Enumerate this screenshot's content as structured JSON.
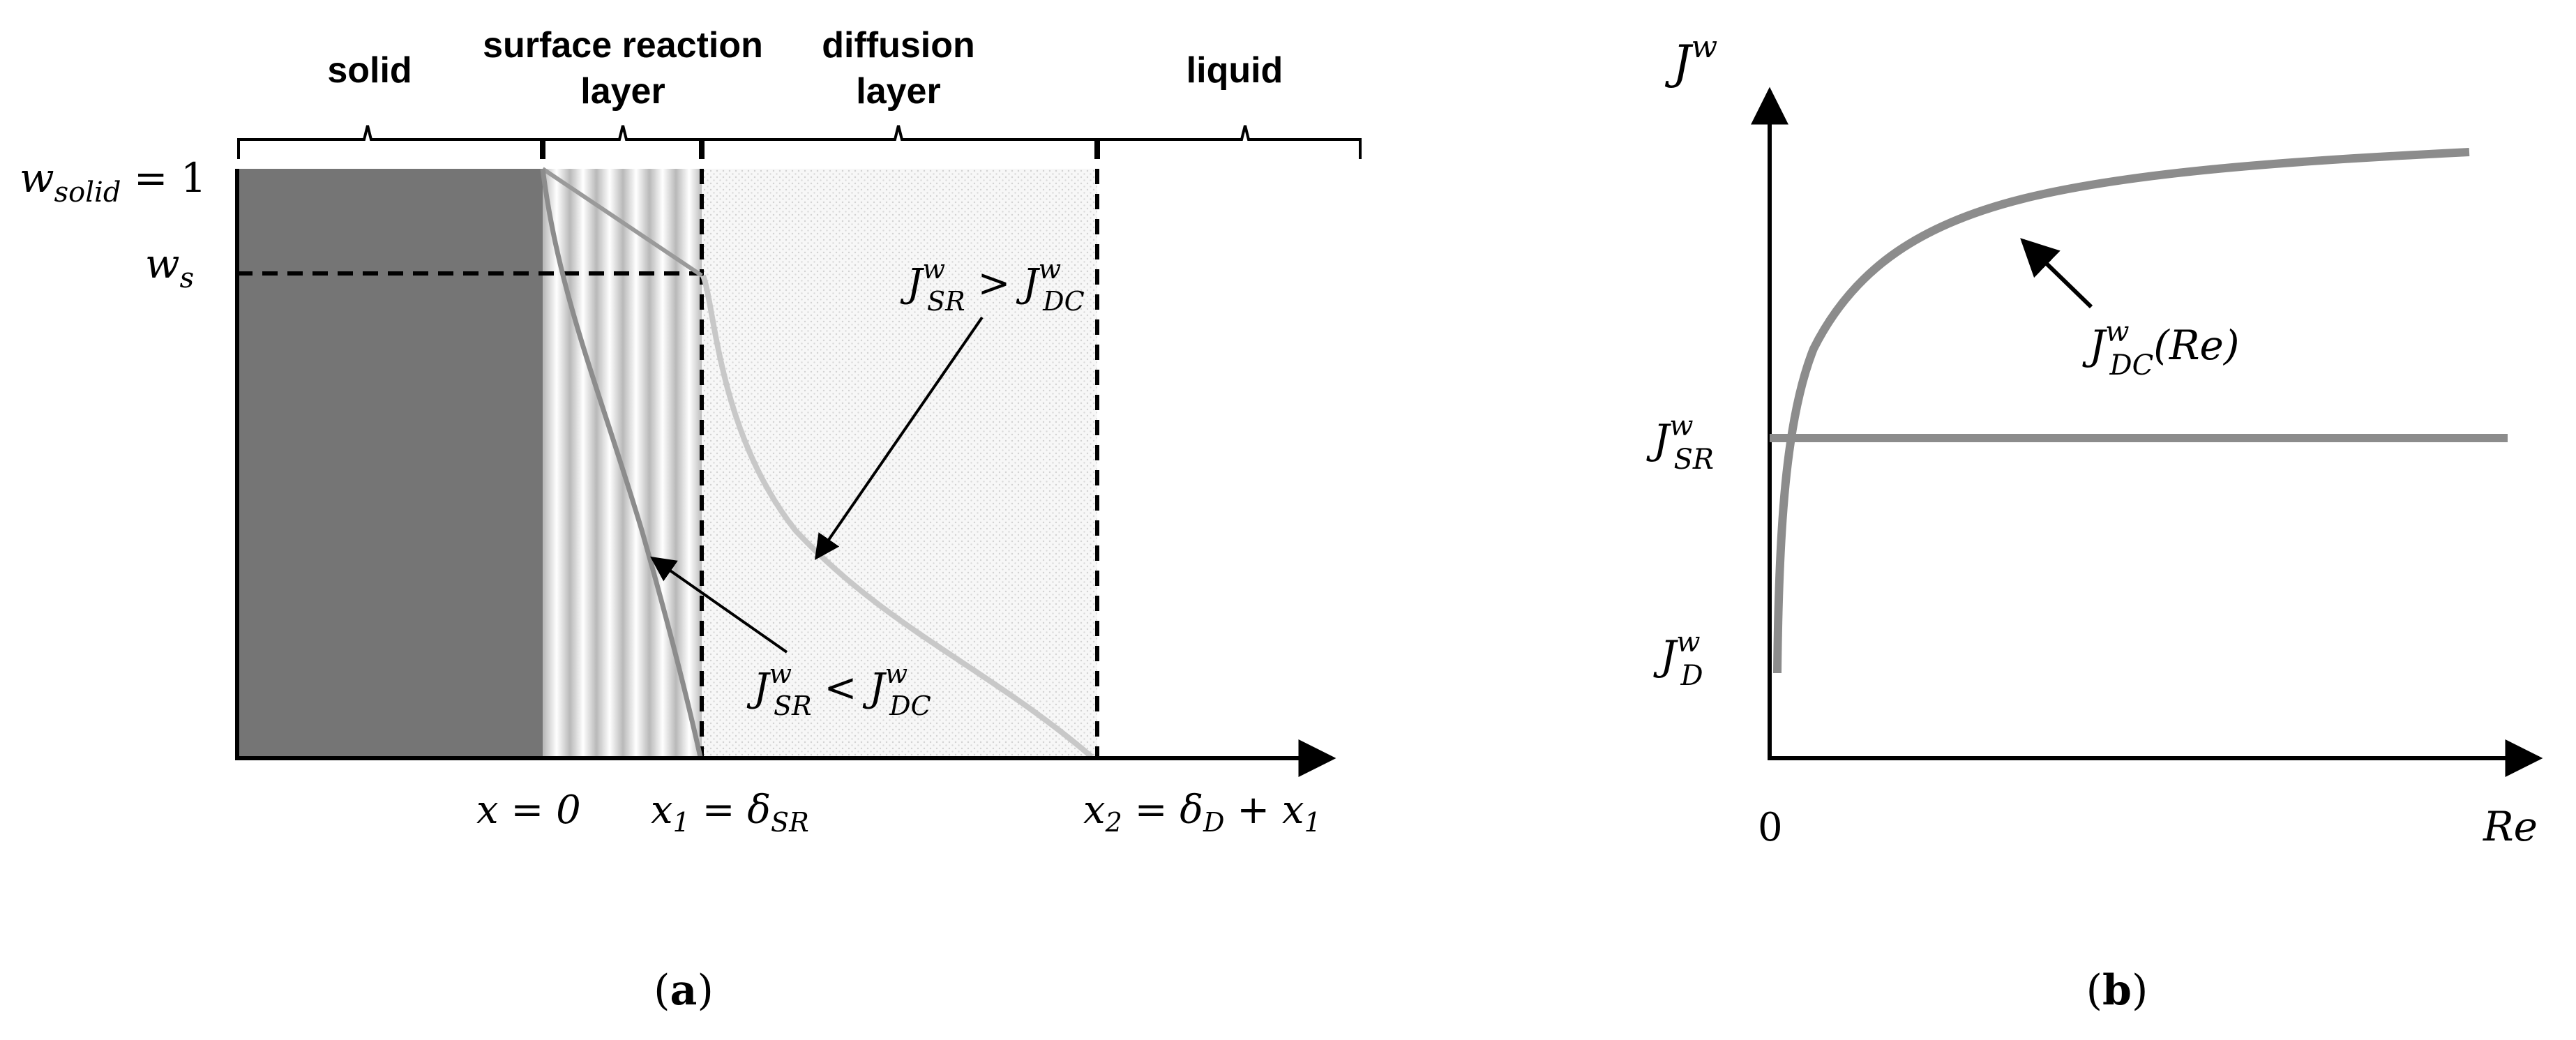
{
  "panel_a": {
    "regions": {
      "solid": "solid",
      "surface_reaction_1": "surface reaction",
      "surface_reaction_2": "layer",
      "diffusion_1": "diffusion",
      "diffusion_2": "layer",
      "liquid": "liquid"
    },
    "y_labels": {
      "w_solid_main": "w",
      "w_solid_sub": "solid",
      "w_solid_rest": " = 1",
      "w_s_main": "w",
      "w_s_sub": "s"
    },
    "x_labels": {
      "x0": "x = 0",
      "x1_main": "x",
      "x1_sub": "1",
      "x1_eq": " = δ",
      "x1_sub2": "SR",
      "x2_main": "x",
      "x2_sub": "2",
      "x2_eq": " = δ",
      "x2_sub2": "D",
      "x2_rest": " + x",
      "x2_sub3": "1"
    },
    "annotations": {
      "gt": {
        "J": "J",
        "sup": "w",
        "sub1": "SR",
        "op": " > ",
        "J2": "J",
        "sup2": "w",
        "sub2": "DC"
      },
      "lt": {
        "J": "J",
        "sup": "w",
        "sub1": "SR",
        "op": " < ",
        "J2": "J",
        "sup2": "w",
        "sub2": "DC"
      }
    },
    "caption": {
      "open": "(",
      "letter": "a",
      "close": ")"
    }
  },
  "panel_b": {
    "y_axis": {
      "J": "J",
      "sup": "w"
    },
    "x_axis": {
      "label": "Re",
      "origin": "0"
    },
    "ticks": {
      "sr": {
        "J": "J",
        "sup": "w",
        "sub": "SR"
      },
      "d": {
        "J": "J",
        "sup": "w",
        "sub": "D"
      }
    },
    "curve_label": {
      "J": "J",
      "sup": "w",
      "sub": "DC",
      "rest": "(Re)"
    },
    "caption": {
      "open": "(",
      "letter": "b",
      "close": ")"
    }
  },
  "colors": {
    "solid_fill": "#757575",
    "curve": "#8c8c8c",
    "curve_light": "#c2c2c2",
    "axis": "#000000"
  }
}
